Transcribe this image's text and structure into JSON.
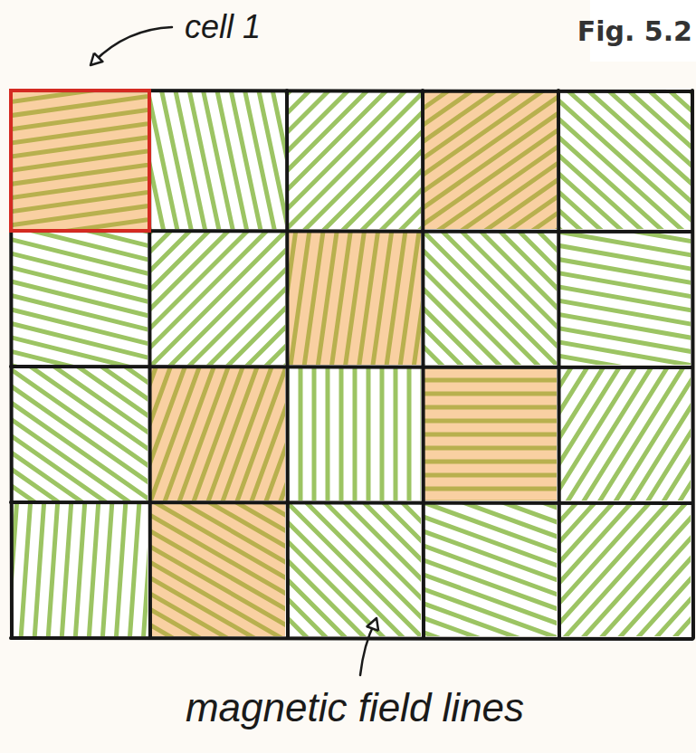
{
  "diagram": {
    "labels": [
      "Fig. 5.2",
      "cell 1",
      "magnetic field lines"
    ]
  }
}
